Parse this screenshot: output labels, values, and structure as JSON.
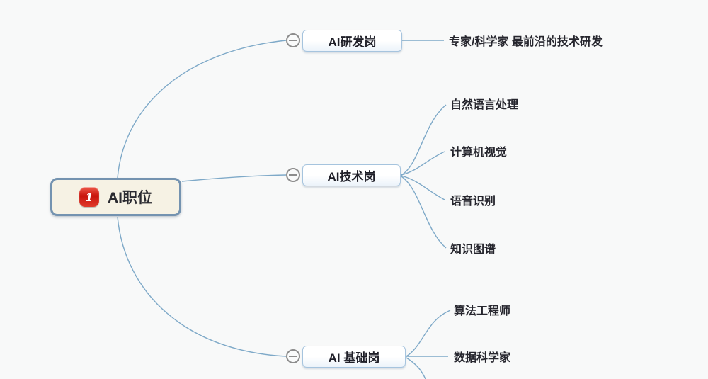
{
  "diagram": {
    "type": "mind-map",
    "root": {
      "label": "AI职位",
      "priority_icon": "1"
    },
    "branches": [
      {
        "label": "AI研发岗",
        "collapse_icon": "minus",
        "children": [
          {
            "label": "专家/科学家 最前沿的技术研发"
          }
        ]
      },
      {
        "label": "AI技术岗",
        "collapse_icon": "minus",
        "children": [
          {
            "label": "自然语言处理"
          },
          {
            "label": "计算机视觉"
          },
          {
            "label": "语音识别"
          },
          {
            "label": "知识图谱"
          }
        ]
      },
      {
        "label": "AI 基础岗",
        "collapse_icon": "minus",
        "children": [
          {
            "label": "算法工程师"
          },
          {
            "label": "数据科学家"
          }
        ]
      }
    ],
    "colors": {
      "background": "#f8f9f9",
      "connector": "#7ea9c8",
      "root_fill": "#f6f2e4",
      "root_border": "#7493b0",
      "topic_border": "#a6c4de",
      "priority_icon_red": "#d22a1c",
      "text": "#26262e"
    }
  }
}
